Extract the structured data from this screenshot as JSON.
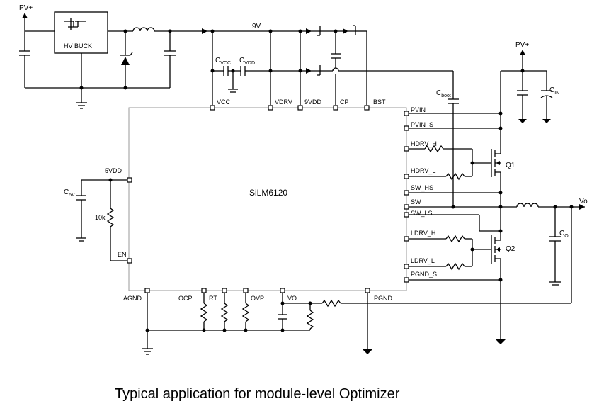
{
  "chip": {
    "name": "SiLM6120",
    "buck_label": "HV BUCK"
  },
  "rails": {
    "pv_top_left": "PV+",
    "pv_top_right": "PV+",
    "rail_9v": "9V",
    "output": "Vo"
  },
  "top_pins": [
    "VCC",
    "VDRV",
    "9VDD",
    "CP",
    "BST"
  ],
  "left_pins": [
    "5VDD",
    "EN"
  ],
  "bottom_pins": [
    "AGND",
    "OCP",
    "RT",
    "OVP",
    "VO",
    "PGND"
  ],
  "right_pins": [
    "PVIN",
    "PVIN_S",
    "HDRV_H",
    "HDRV_L",
    "SW_HS",
    "SW",
    "SW_LS",
    "LDRV_H",
    "LDRV_L",
    "PGND_S"
  ],
  "components": {
    "cvcc": {
      "main": "C",
      "sub": "VCC"
    },
    "cvdd": {
      "main": "C",
      "sub": "VDD"
    },
    "cboot": {
      "main": "C",
      "sub": "boot"
    },
    "cin": {
      "main": "C",
      "sub": "IN"
    },
    "csv": {
      "main": "C",
      "sub": "5V"
    },
    "co": {
      "main": "C",
      "sub": "O"
    },
    "r10k": "10k",
    "q1": "Q1",
    "q2": "Q2"
  },
  "caption": "Typical application for module-level Optimizer"
}
